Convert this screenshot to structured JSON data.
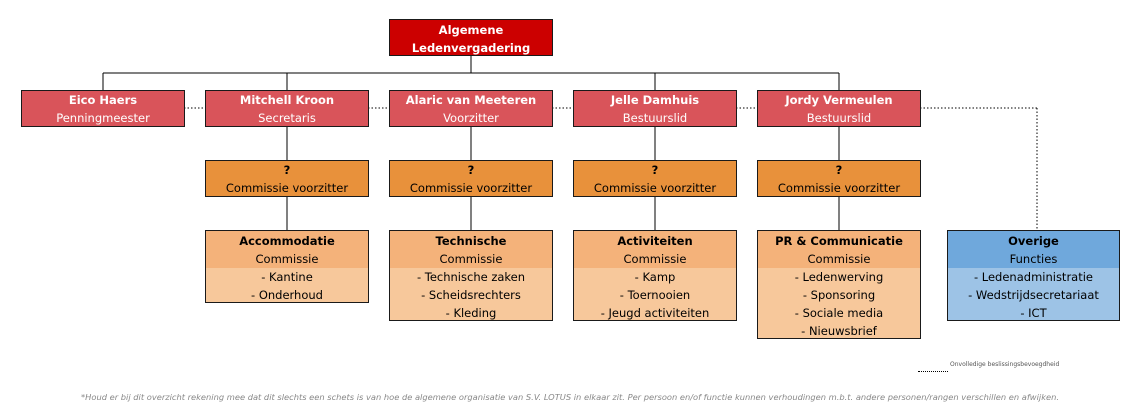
{
  "top": {
    "line1": "Algemene",
    "line2": "Ledenvergadering"
  },
  "board": [
    {
      "name": "Eico Haers",
      "role": "Penningmeester"
    },
    {
      "name": "Mitchell Kroon",
      "role": "Secretaris"
    },
    {
      "name": "Alaric van Meeteren",
      "role": "Voorzitter"
    },
    {
      "name": "Jelle Damhuis",
      "role": "Bestuurslid"
    },
    {
      "name": "Jordy Vermeulen",
      "role": "Bestuurslid"
    }
  ],
  "chairs": [
    {
      "name": "?",
      "role": "Commissie voorzitter"
    },
    {
      "name": "?",
      "role": "Commissie voorzitter"
    },
    {
      "name": "?",
      "role": "Commissie voorzitter"
    },
    {
      "name": "?",
      "role": "Commissie voorzitter"
    }
  ],
  "committees": [
    {
      "title": "Accommodatie",
      "subtitle": "Commissie",
      "items": [
        "- Kantine",
        "- Onderhoud"
      ]
    },
    {
      "title": "Technische",
      "subtitle": "Commissie",
      "items": [
        "- Technische zaken",
        "- Scheidsrechters",
        "- Kleding"
      ]
    },
    {
      "title": "Activiteiten",
      "subtitle": "Commissie",
      "items": [
        "- Kamp",
        "- Toernooien",
        "- Jeugd activiteiten"
      ]
    },
    {
      "title": "PR & Communicatie",
      "subtitle": "Commissie",
      "items": [
        "- Ledenwerving",
        "- Sponsoring",
        "- Sociale media",
        "- Nieuwsbrief"
      ]
    }
  ],
  "other": {
    "title": "Overige",
    "subtitle": "Functies",
    "items": [
      "- Ledenadministratie",
      "- Wedstrijdsecretariaat",
      "- ICT"
    ]
  },
  "legend": {
    "label": "Onvolledige beslissingsbevoegdheid"
  },
  "footnote": "*Houd er bij dit overzicht rekening mee dat dit slechts een schets is van hoe de algemene organisatie van S.V. LOTUS in elkaar zit. Per persoon en/of functie kunnen verhoudingen m.b.t. andere personen/rangen verschillen en afwijken.",
  "colors": {
    "top": "#cc0000",
    "board": "#d9545a",
    "chair": "#e8913b",
    "committee": "#f7c89b",
    "committee_header": "#f4b27a",
    "other": "#9dc3e6",
    "other_header": "#6fa8dc"
  }
}
